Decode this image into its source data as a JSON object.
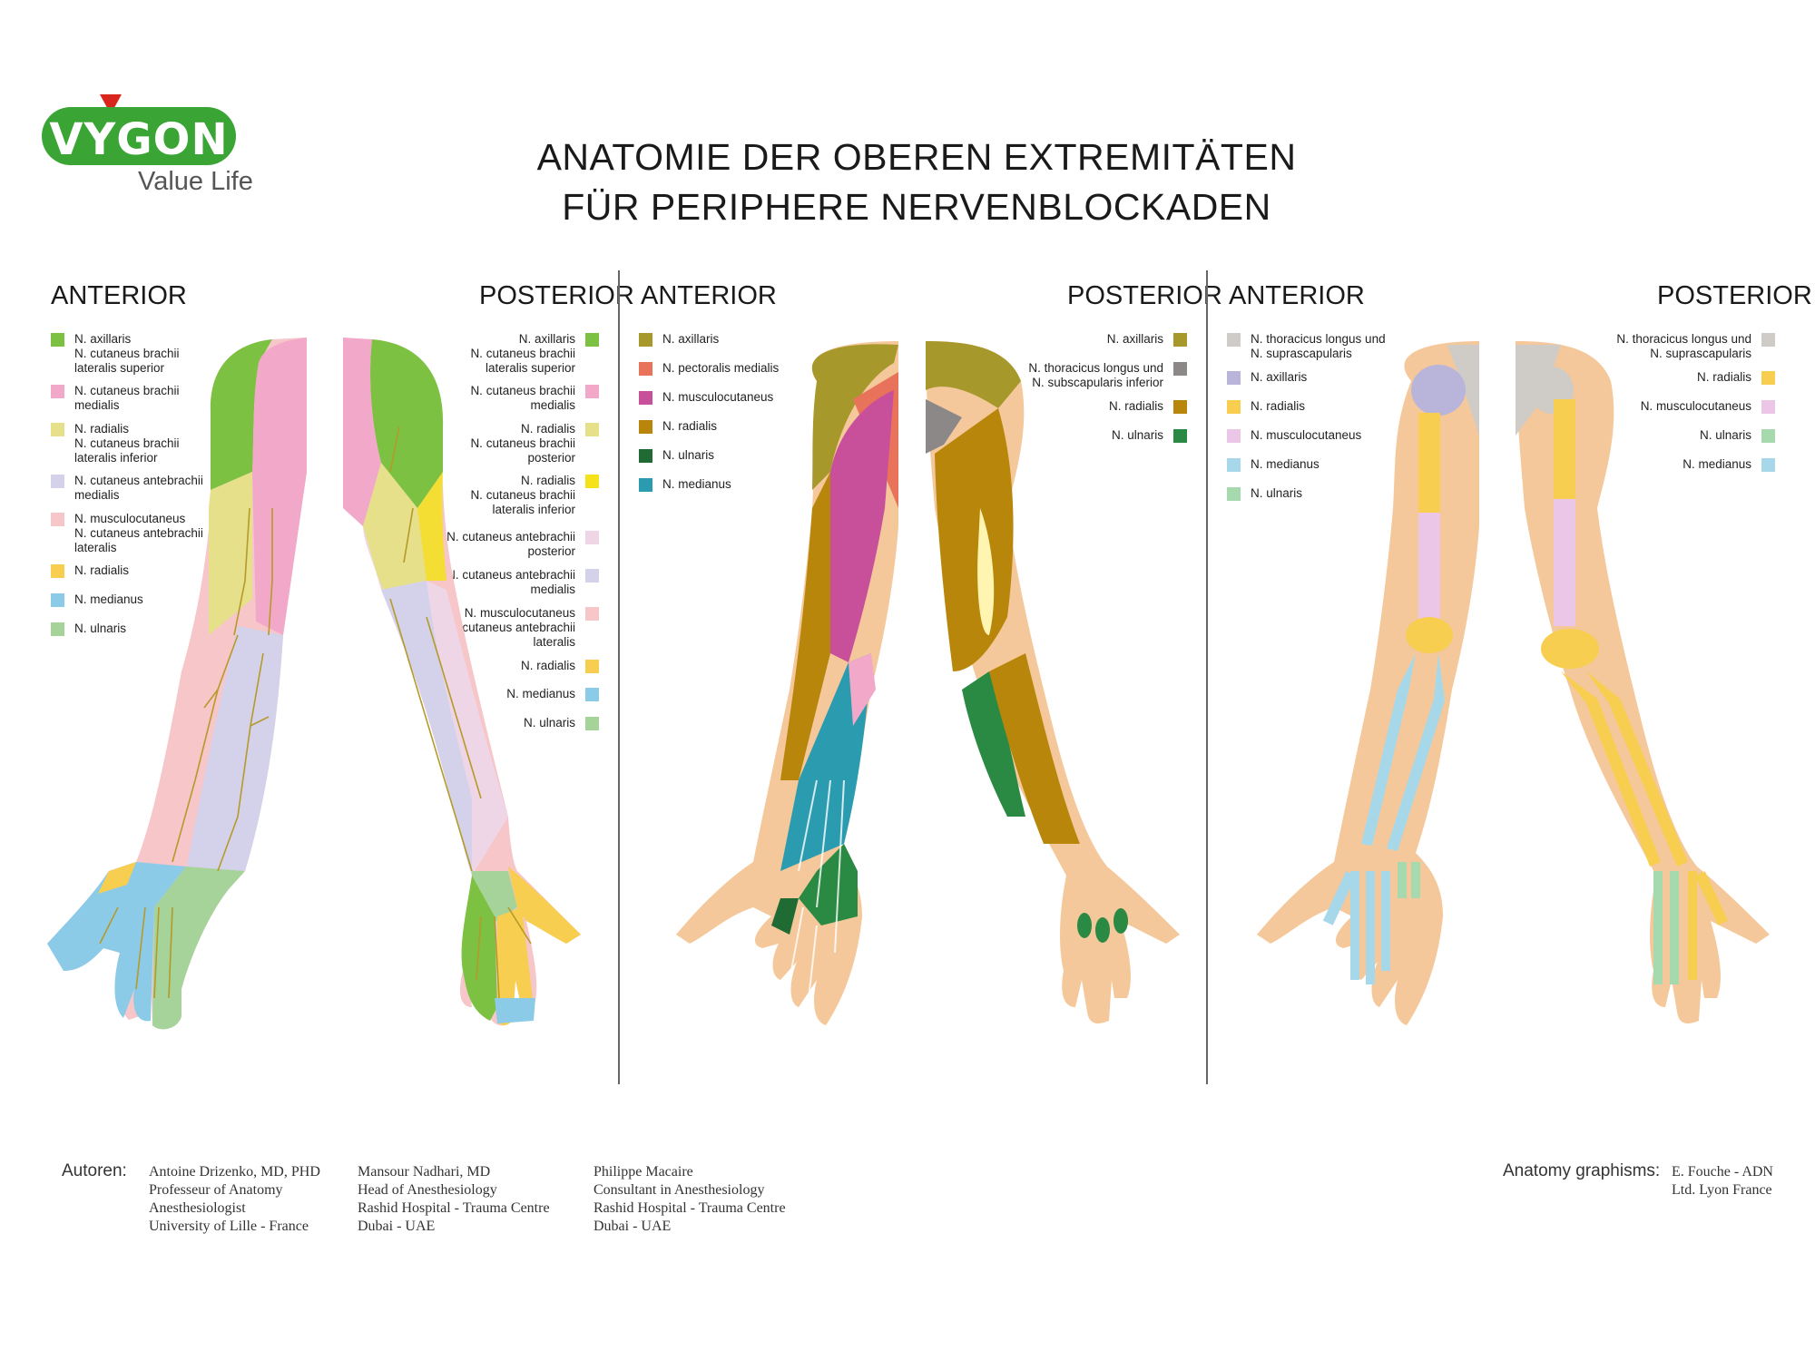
{
  "logo": {
    "brand": "VYGON",
    "tagline": "Value Life"
  },
  "title": [
    "ANATOMIE DER OBEREN EXTREMITÄTEN",
    "FÜR PERIPHERE NERVENBLOCKADEN"
  ],
  "colors": {
    "divider": "#666666",
    "brand": "#3aa534",
    "logo_accent": "#d9261c"
  },
  "panels": [
    {
      "name": "skin",
      "anterior": {
        "label": "ANTERIOR",
        "legend": [
          {
            "lines": [
              "N. axillaris",
              "N. cutaneus brachii",
              "lateralis superior"
            ],
            "color": "#7cc142"
          },
          {
            "lines": [
              "N. cutaneus brachii",
              "medialis"
            ],
            "color": "#f2a9c9"
          },
          {
            "lines": [
              "N. radialis",
              "N. cutaneus brachii",
              "lateralis inferior"
            ],
            "color": "#e6e08a"
          },
          {
            "lines": [
              "N. cutaneus antebrachii",
              "medialis"
            ],
            "color": "#d4d2ea"
          },
          {
            "lines": [
              "N. musculocutaneus",
              "N. cutaneus antebrachii",
              "lateralis"
            ],
            "color": "#f6c6c8"
          },
          {
            "lines": [
              "N. radialis"
            ],
            "color": "#f7ce4f"
          },
          {
            "lines": [
              "N. medianus"
            ],
            "color": "#8ccbe8"
          },
          {
            "lines": [
              "N. ulnaris"
            ],
            "color": "#a6d39a"
          }
        ]
      },
      "posterior": {
        "label": "POSTERIOR",
        "legend": [
          {
            "lines": [
              "N. axillaris",
              "N. cutaneus brachii",
              "lateralis superior"
            ],
            "color": "#7cc142"
          },
          {
            "lines": [
              "N. cutaneus brachii",
              "medialis"
            ],
            "color": "#f2a9c9"
          },
          {
            "lines": [
              "N. radialis",
              "N. cutaneus brachii",
              "posterior"
            ],
            "color": "#e6e08a"
          },
          {
            "lines": [
              "N. radialis",
              "N. cutaneus brachii",
              "lateralis inferior"
            ],
            "color": "#f5e21a"
          },
          {
            "lines": [
              "N. cutaneus antebrachii",
              "posterior"
            ],
            "color": "#efd6e6"
          },
          {
            "lines": [
              "N. cutaneus antebrachii",
              "medialis"
            ],
            "color": "#d4d2ea"
          },
          {
            "lines": [
              "N. musculocutaneus",
              "N. cutaneus antebrachii",
              "lateralis"
            ],
            "color": "#f6c6c8"
          },
          {
            "lines": [
              "N. radialis"
            ],
            "color": "#f7ce4f"
          },
          {
            "lines": [
              "N. medianus"
            ],
            "color": "#8ccbe8"
          },
          {
            "lines": [
              "N. ulnaris"
            ],
            "color": "#a6d39a"
          }
        ]
      }
    },
    {
      "name": "muscles",
      "anterior": {
        "label": "ANTERIOR",
        "legend": [
          {
            "lines": [
              "N. axillaris"
            ],
            "color": "#a7982b"
          },
          {
            "lines": [
              "N. pectoralis medialis"
            ],
            "color": "#e8735a"
          },
          {
            "lines": [
              "N. musculocutaneus"
            ],
            "color": "#c8509a"
          },
          {
            "lines": [
              "N. radialis"
            ],
            "color": "#b8860b"
          },
          {
            "lines": [
              "N. ulnaris"
            ],
            "color": "#1f6b33"
          },
          {
            "lines": [
              "N. medianus"
            ],
            "color": "#2b9bb0"
          }
        ]
      },
      "posterior": {
        "label": "POSTERIOR",
        "legend": [
          {
            "lines": [
              "N. axillaris"
            ],
            "color": "#a7982b"
          },
          {
            "lines": [
              "N. thoracicus longus und",
              "N. subscapularis inferior"
            ],
            "color": "#8c8888"
          },
          {
            "lines": [
              "N. radialis"
            ],
            "color": "#b8860b"
          },
          {
            "lines": [
              "N. ulnaris"
            ],
            "color": "#2a8a43"
          }
        ]
      }
    },
    {
      "name": "bones",
      "anterior": {
        "label": "ANTERIOR",
        "legend": [
          {
            "lines": [
              "N. thoracicus longus und",
              "N. suprascapularis"
            ],
            "color": "#cfcbc6"
          },
          {
            "lines": [
              "N. axillaris"
            ],
            "color": "#b9b4da"
          },
          {
            "lines": [
              "N. radialis"
            ],
            "color": "#f7ce4f"
          },
          {
            "lines": [
              "N. musculocutaneus"
            ],
            "color": "#ecc6e6"
          },
          {
            "lines": [
              "N. medianus"
            ],
            "color": "#a6d8ea"
          },
          {
            "lines": [
              "N. ulnaris"
            ],
            "color": "#a6d9ad"
          }
        ]
      },
      "posterior": {
        "label": "POSTERIOR",
        "legend": [
          {
            "lines": [
              "N. thoracicus longus und",
              "N. suprascapularis"
            ],
            "color": "#cfcbc6"
          },
          {
            "lines": [
              "N. radialis"
            ],
            "color": "#f7ce4f"
          },
          {
            "lines": [
              "N. musculocutaneus"
            ],
            "color": "#ecc6e6"
          },
          {
            "lines": [
              "N. ulnaris"
            ],
            "color": "#a6d9ad"
          },
          {
            "lines": [
              "N. medianus"
            ],
            "color": "#a6d8ea"
          }
        ]
      }
    }
  ],
  "footer": {
    "authors_label": "Autoren:",
    "authors": [
      [
        "Antoine Drizenko, MD, PHD",
        "Professeur of Anatomy",
        "Anesthesiologist",
        "University of Lille - France"
      ],
      [
        "Mansour Nadhari, MD",
        "Head of Anesthesiology",
        "Rashid Hospital - Trauma Centre",
        "Dubai - UAE"
      ],
      [
        "Philippe Macaire",
        "Consultant in Anesthesiology",
        "Rashid Hospital - Trauma Centre",
        "Dubai - UAE"
      ]
    ],
    "graphism_label": "Anatomy graphisms:",
    "graphism": [
      "E. Fouche - ADN",
      "Ltd. Lyon France"
    ]
  }
}
